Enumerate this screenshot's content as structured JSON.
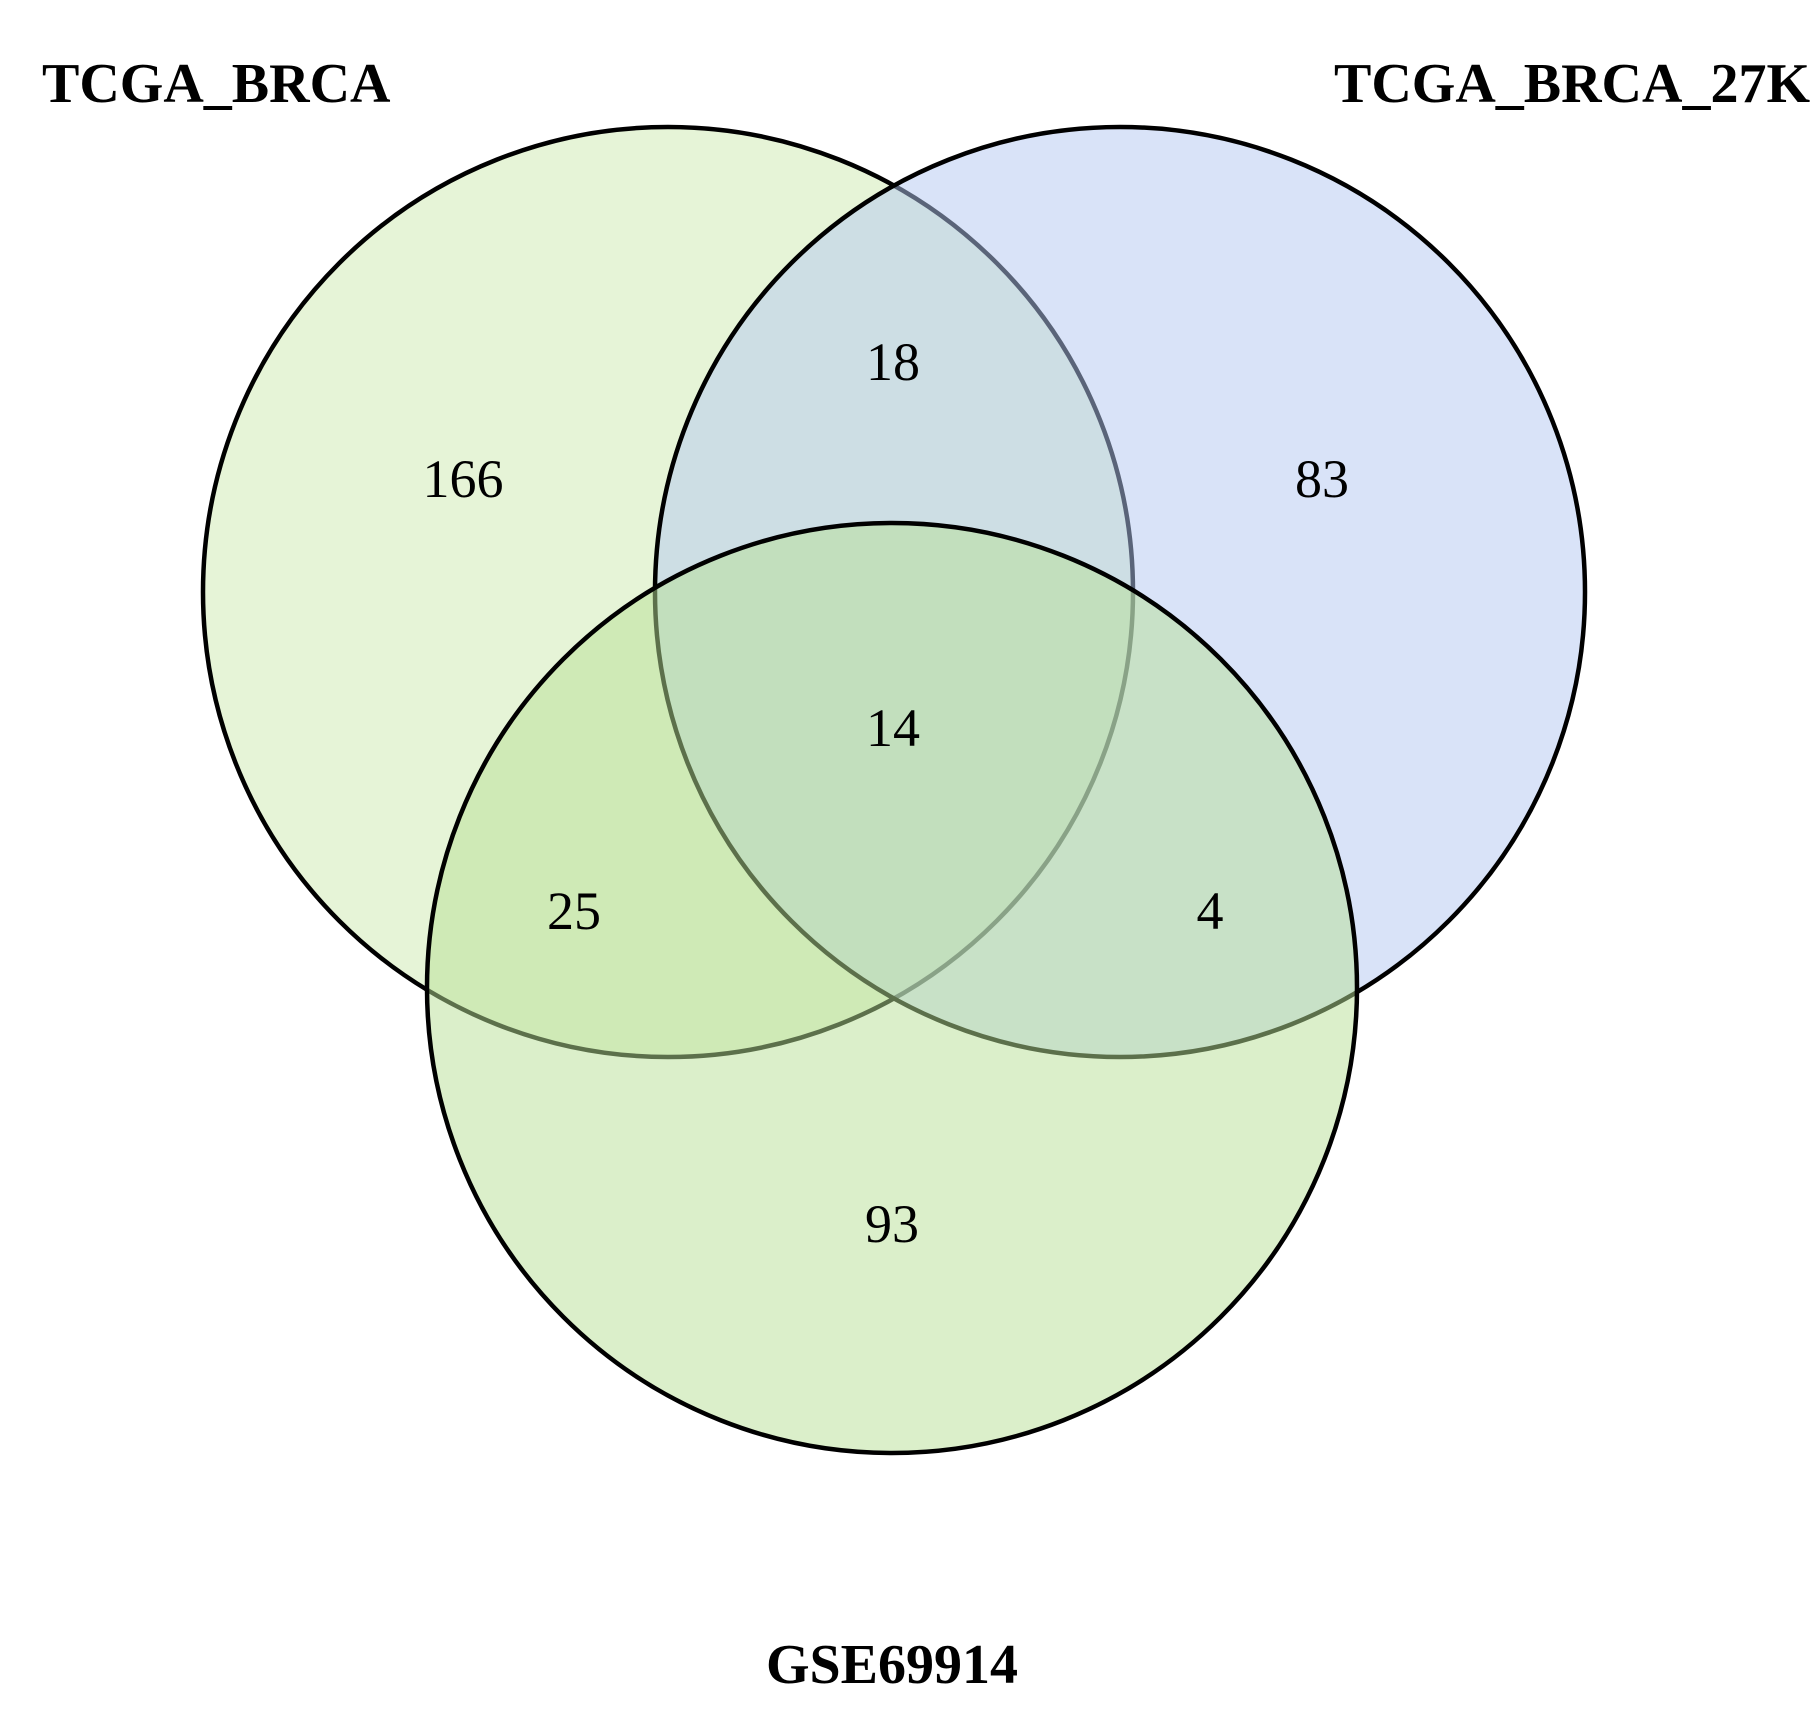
{
  "sets": [
    {
      "id": "a",
      "label": "TCGA_BRCA",
      "color": "#cdeab0",
      "opacity": 0.5
    },
    {
      "id": "b",
      "label": "TCGA_BRCA_27K",
      "color": "#b3c7f2",
      "opacity": 0.5
    },
    {
      "id": "c",
      "label": "GSE69914",
      "color": "#b8e095",
      "opacity": 0.5
    }
  ],
  "regions": {
    "only_a": "166",
    "a_b": "18",
    "only_b": "83",
    "a_b_c": "14",
    "a_c": "25",
    "b_c": "4",
    "only_c": "93"
  },
  "stroke_color": "#000000"
}
